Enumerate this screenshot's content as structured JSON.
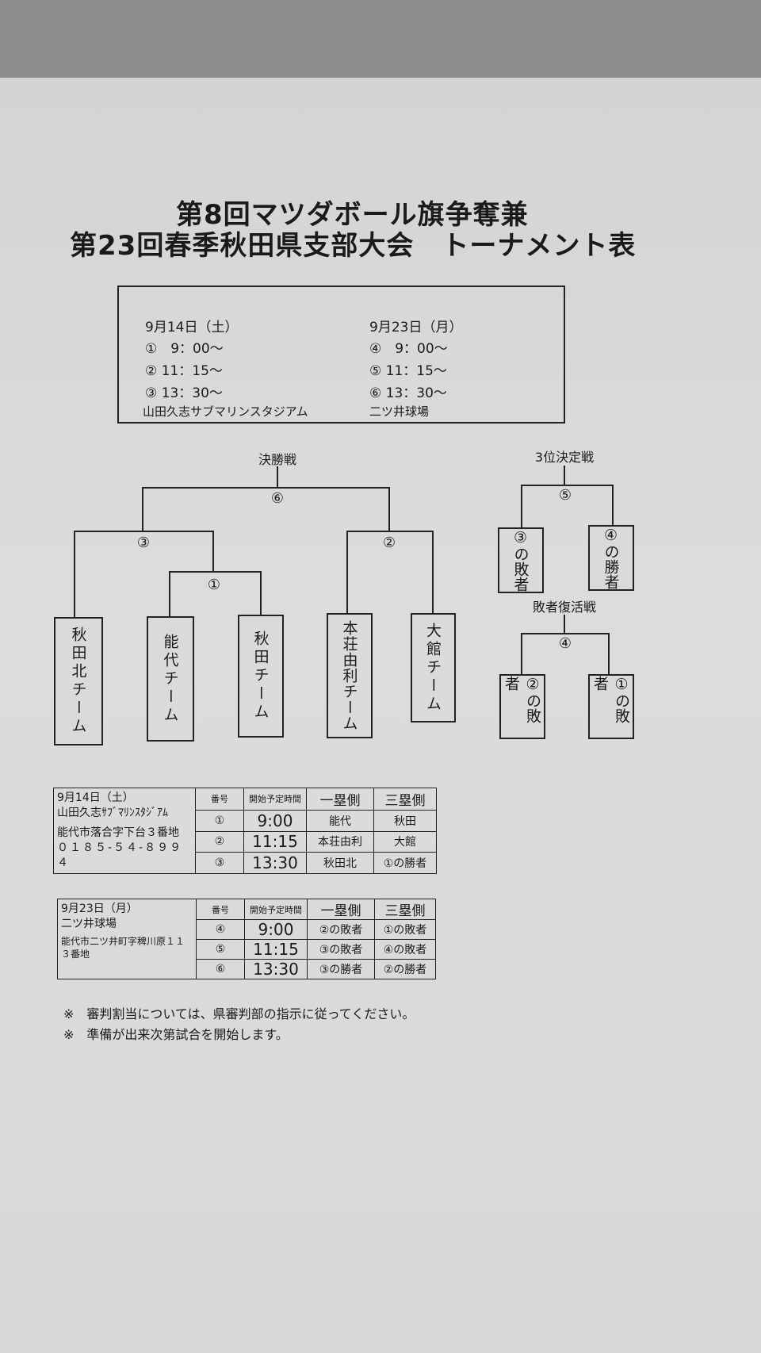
{
  "title": {
    "line1": "第8回マツダボール旗争奪兼",
    "line2": "第23回春季秋田県支部大会　トーナメント表"
  },
  "schedule_box": {
    "day1": {
      "date": "9月14日（土）",
      "slots": [
        "①　9：00～",
        "② 11：15～",
        "③ 13：30～"
      ],
      "venue": "山田久志サブマリンスタジアム"
    },
    "day2": {
      "date": "9月23日（月）",
      "slots": [
        "④　9：00～",
        "⑤ 11：15～",
        "⑥ 13：30～"
      ],
      "venue": "二ツ井球場"
    }
  },
  "bracket": {
    "final_label": "決勝戦",
    "final_no": "⑥",
    "semi_left_no": "③",
    "semi_right_no": "②",
    "first_no": "①",
    "teams": [
      "秋田北チーム",
      "能代チーム",
      "秋田チーム",
      "本荘由利チーム",
      "大館チーム"
    ]
  },
  "third_place": {
    "label": "3位決定戦",
    "no": "⑤",
    "slots": [
      "③の敗者",
      "④の勝者"
    ]
  },
  "repechage": {
    "label": "敗者復活戦",
    "no": "④",
    "slots": [
      "②の敗者",
      "①の敗者"
    ]
  },
  "tables": [
    {
      "date": "9月14日（土）",
      "venue": "山田久志ｻﾌﾞﾏﾘﾝｽﾀｼﾞｱﾑ",
      "address": "能代市落合字下台３番地",
      "phone": "０１８５-５４-８９９４",
      "headers": [
        "番号",
        "開始予定時間",
        "一塁側",
        "三塁側"
      ],
      "rows": [
        [
          "①",
          "9:00",
          "能代",
          "秋田"
        ],
        [
          "②",
          "11:15",
          "本荘由利",
          "大館"
        ],
        [
          "③",
          "13:30",
          "秋田北",
          "①の勝者"
        ]
      ]
    },
    {
      "date": "9月23日（月）",
      "venue": "二ツ井球場",
      "address": "能代市二ツ井町字稗川原１１３番地",
      "headers": [
        "番号",
        "開始予定時間",
        "一塁側",
        "三塁側"
      ],
      "rows": [
        [
          "④",
          "9:00",
          "②の敗者",
          "①の敗者"
        ],
        [
          "⑤",
          "11:15",
          "③の敗者",
          "④の敗者"
        ],
        [
          "⑥",
          "13:30",
          "③の勝者",
          "②の勝者"
        ]
      ]
    }
  ],
  "notes": [
    "※　審判割当については、県審判部の指示に従ってください。",
    "※　準備が出来次第試合を開始します。"
  ]
}
